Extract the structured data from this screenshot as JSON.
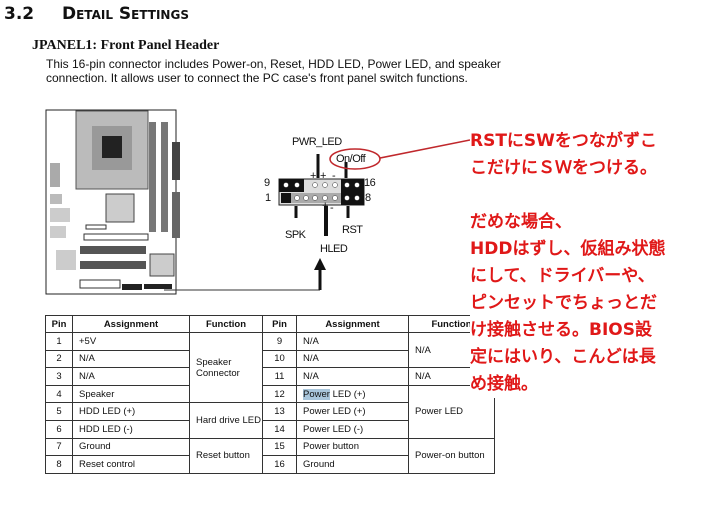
{
  "section": {
    "number": "3.2",
    "title": "Detail Settings"
  },
  "subtitle": "JPANEL1: Front Panel Header",
  "description": "This 16-pin connector includes Power-on, Reset, HDD LED, Power LED, and speaker connection. It allows user to connect the PC case's front panel switch functions.",
  "diagram": {
    "pwr_led": "PWR_LED",
    "on_off": "On/Off",
    "pin9": "9",
    "pin1": "1",
    "pin16": "16",
    "pin8": "8",
    "spk": "SPK",
    "rst": "RST",
    "hled": "HLED",
    "plus": "+",
    "minus": "-"
  },
  "table": {
    "headers": [
      "Pin",
      "Assignment",
      "Function",
      "Pin",
      "Assignment",
      "Function"
    ],
    "left": [
      {
        "pin": "1",
        "assign": "+5V"
      },
      {
        "pin": "2",
        "assign": "N/A"
      },
      {
        "pin": "3",
        "assign": "N/A"
      },
      {
        "pin": "4",
        "assign": "Speaker"
      },
      {
        "pin": "5",
        "assign": "HDD LED (+)"
      },
      {
        "pin": "6",
        "assign": "HDD LED (-)"
      },
      {
        "pin": "7",
        "assign": "Ground"
      },
      {
        "pin": "8",
        "assign": "Reset control"
      }
    ],
    "left_functions": [
      "Speaker Connector",
      "Hard drive LED",
      "Reset button"
    ],
    "right": [
      {
        "pin": "9",
        "assign": "N/A"
      },
      {
        "pin": "10",
        "assign": "N/A"
      },
      {
        "pin": "11",
        "assign": "N/A"
      },
      {
        "pin": "12",
        "assign_hl": "Power",
        "assign": " LED (+)"
      },
      {
        "pin": "13",
        "assign": "Power LED (+)"
      },
      {
        "pin": "14",
        "assign": "Power LED (-)"
      },
      {
        "pin": "15",
        "assign": "Power button"
      },
      {
        "pin": "16",
        "assign": "Ground"
      }
    ],
    "right_functions": [
      "N/A",
      "N/A",
      "Power LED",
      "Power-on button"
    ]
  },
  "note": "RSTにSWをつながずこ\nこだけにＳＷをつける。\n\nだめな場合、\nHDDはずし、仮組み状態\nにして、ドライバーや、\nピンセットでちょっとだ\nけ接触させる。BIOS設\n定にはいり、こんどは長\nめ接触。",
  "colors": {
    "annotation": "#e01818",
    "highlight": "#a9c6dc"
  }
}
